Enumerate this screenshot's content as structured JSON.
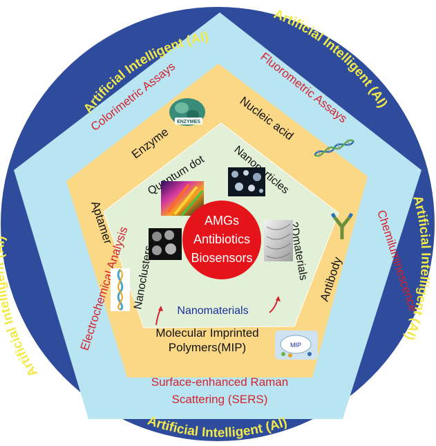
{
  "outer_ring": {
    "top_left": "Artificial Intelligent (AI)",
    "top_right": "Artificial Intelligent (AI)",
    "left": "Artificial Intelligent (AI)",
    "right": "Artificial Intelligent (AI)",
    "bottom": "Artificial Intelligent (AI)"
  },
  "methods": {
    "colorimetric": "Colorimetric Assays",
    "fluorometric": "Fluorometric Assays",
    "electrochemical": "Electrochemical Analysis",
    "chemiluminescence": "Chemiluminescence",
    "sers_line1": "Surface-enhanced Raman",
    "sers_line2": "Scattering (SERS)"
  },
  "recognition": {
    "enzyme": "Enzyme",
    "nucleic_acid": "Nucleic acid",
    "aptamer": "Aptamer",
    "antibody": "Antibody",
    "mip_line1": "Molecular Imprinted",
    "mip_line2": "Polymers(MIP)",
    "enzymes_badge": "ENZYMES",
    "mip_badge": "MIP"
  },
  "nanomaterials": {
    "title": "Nanomaterials",
    "quantum_dot": "Quantum dot",
    "nanoparticles": "Nanoparticles",
    "nanoclusters": "Nanoclusters",
    "two_d_materials": "2Dmaterials"
  },
  "center": {
    "line1": "AMGs",
    "line2": "Antibiotics",
    "line3": "Biosensors"
  },
  "colors": {
    "outer_circle": "#2e4b9c",
    "ring_text": "#f2e94a",
    "method_band": "#b9e4f2",
    "method_text": "#d4232e",
    "recog_band": "#fbd886",
    "nano_core": "#e3f0d8",
    "center_circle": "#e5141b",
    "nanomaterials_text": "#1a2ea0"
  }
}
